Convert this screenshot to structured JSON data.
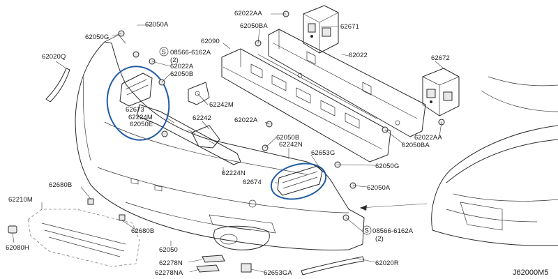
{
  "diagram": {
    "code": "J62000M5",
    "labels": {
      "p62022aa_top": "62022AA",
      "p62671": "62671",
      "p62050ba_top": "62050BA",
      "p62050a_top": "62050A",
      "p62050g_top": "62050G",
      "p62090": "62090",
      "p62022": "62022",
      "p62020q": "62020Q",
      "p08566_top": "08566-6162A",
      "qty2_top": "(2)",
      "p62022a_1": "62022A",
      "p62050b": "62050B",
      "p62672": "62672",
      "p62673": "62673",
      "p62224m": "62224M",
      "p62050e": "62050E",
      "p62242m": "62242M",
      "p62242": "62242",
      "p62022a_2": "62022A",
      "p62022aa_right": "62022AA",
      "p62050ba_right": "62050BA",
      "p62050b_2": "62050B",
      "p62242n": "62242N",
      "p62653g": "62653G",
      "p62050g_mid": "62050G",
      "p62224n": "62224N",
      "p62674": "62674",
      "p62050a_mid": "62050A",
      "p62680b_1": "62680B",
      "p62210m": "62210M",
      "p08566_bot": "08566-6162A",
      "qty2_bot": "(2)",
      "p62680b_2": "62680B",
      "p62080h": "62080H",
      "p62050": "62050",
      "p62278n": "62278N",
      "p62278na": "62278NA",
      "p62653ga": "62653GA",
      "p62020r": "62020R"
    }
  }
}
